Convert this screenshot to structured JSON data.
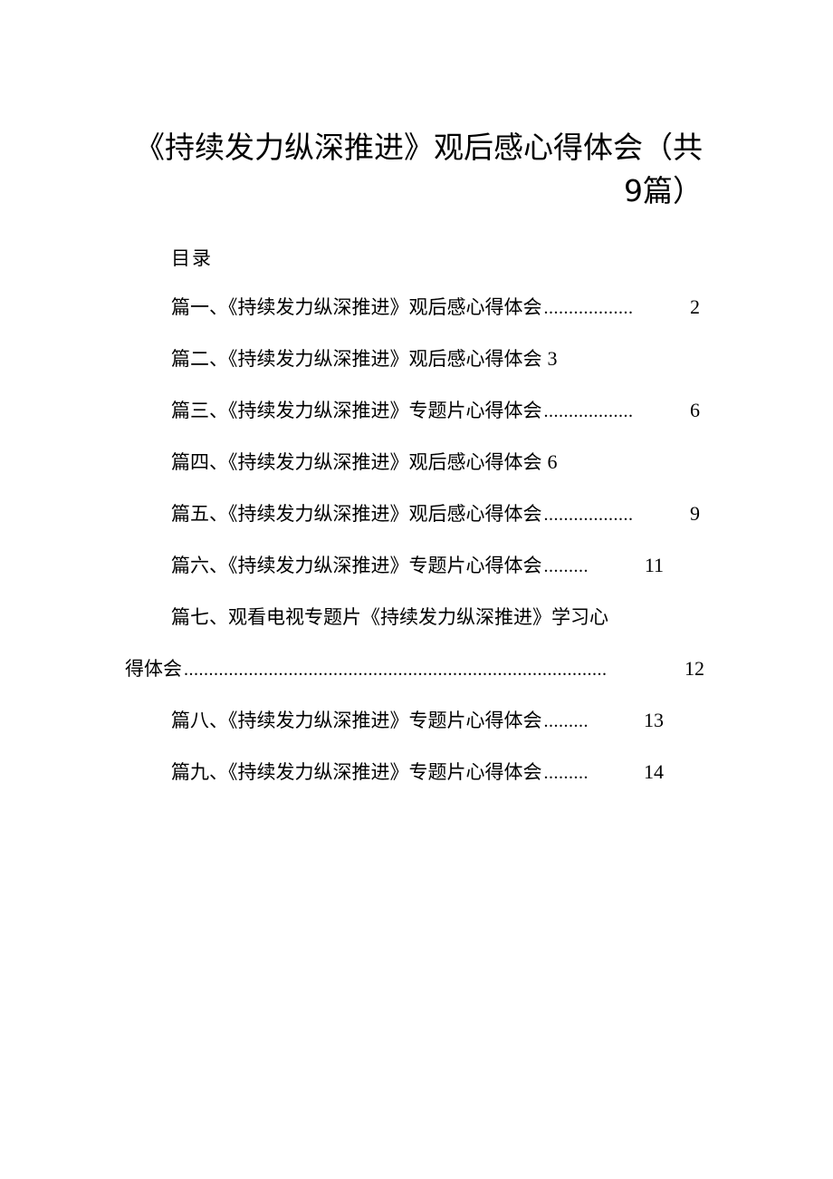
{
  "document": {
    "title_line1": "《持续发力纵深推进》观后感心得体会（共",
    "title_line2": "9篇）",
    "toc_heading": "目录",
    "toc": [
      {
        "text": "篇一、《持续发力纵深推进》观后感心得体会",
        "leader": "..................",
        "page": "2"
      },
      {
        "text": "篇二、《持续发力纵深推进》观后感心得体会",
        "leader": "",
        "page": "3"
      },
      {
        "text": "篇三、《持续发力纵深推进》专题片心得体会",
        "leader": "..................",
        "page": "6"
      },
      {
        "text": "篇四、《持续发力纵深推进》观后感心得体会",
        "leader": "",
        "page": "6"
      },
      {
        "text": "篇五、《持续发力纵深推进》观后感心得体会",
        "leader": "..................",
        "page": "9"
      },
      {
        "text": "篇六、《持续发力纵深推进》专题片心得体会",
        "leader": ".........",
        "page": "11"
      },
      {
        "text": "篇七、观看电视专题片《持续发力纵深推进》学习心",
        "leader": "",
        "page": ""
      },
      {
        "text": "得体会",
        "leader": ".....................................................................................",
        "page": "12"
      },
      {
        "text": "篇八、《持续发力纵深推进》专题片心得体会",
        "leader": ".........",
        "page": "13"
      },
      {
        "text": "篇九、《持续发力纵深推进》专题片心得体会",
        "leader": ".........",
        "page": "14"
      }
    ]
  }
}
